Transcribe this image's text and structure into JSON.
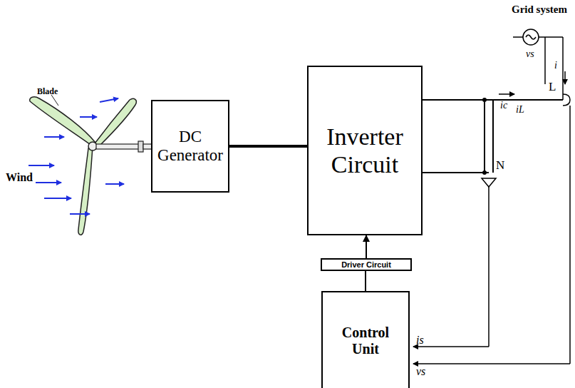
{
  "diagram": {
    "nodes": [
      {
        "text": [
          "DC Generator"
        ]
      },
      {
        "text": [
          "Inverter Circuit"
        ]
      },
      {
        "text": [
          "Driver Circuit"
        ]
      },
      {
        "text": [
          "Control Unit"
        ]
      }
    ],
    "edges": [
      {
        "from": 0,
        "to": 1,
        "arrow": "none"
      },
      {
        "from": 2,
        "to": 1,
        "arrow": "to"
      },
      {
        "from": 3,
        "to": 2,
        "arrow": "none"
      }
    ],
    "labels": [
      "Blade",
      "Wind",
      "Grid system",
      "vs",
      "L",
      "ic",
      "iL",
      "N",
      "is",
      "vs",
      "i"
    ]
  }
}
